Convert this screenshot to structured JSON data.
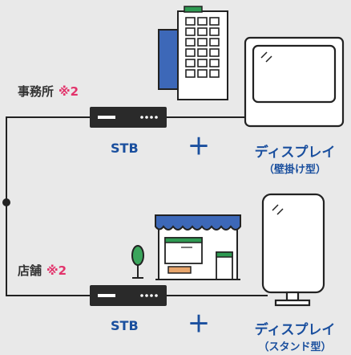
{
  "colors": {
    "background": "#e9e9e9",
    "line": "#222222",
    "accent_blue": "#1a4f9e",
    "note_pink": "#e2336b",
    "building_blue": "#3d68b8",
    "shop_awning": "#3d68b8",
    "shop_trim": "#2e9a52"
  },
  "office": {
    "location_label": "事務所",
    "note": "※2",
    "stb_label": "STB",
    "plus": "＋",
    "display_label": "ディスプレイ",
    "display_sub": "（壁掛け型）"
  },
  "store": {
    "location_label": "店舗",
    "note": "※2",
    "stb_label": "STB",
    "plus": "＋",
    "display_label": "ディスプレイ",
    "display_sub": "（スタンド型）"
  }
}
